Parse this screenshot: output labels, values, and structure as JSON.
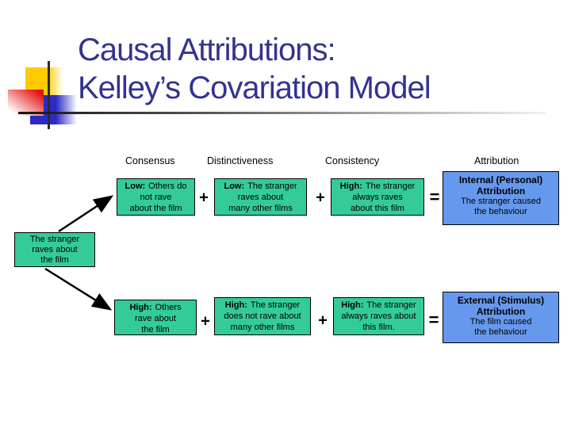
{
  "title": {
    "line1": "Causal Attributions:",
    "line2": "Kelley’s Covariation Model"
  },
  "headers": [
    {
      "label": "Consensus"
    },
    {
      "label": "Distinctiveness"
    },
    {
      "label": "Consistency"
    },
    {
      "label": "Attribution"
    }
  ],
  "antecedent": {
    "lines": [
      "The stranger",
      "raves about",
      "the film"
    ]
  },
  "operators": {
    "plus": "+",
    "equals": "="
  },
  "rows": [
    {
      "consensus": {
        "keyword": "Low:",
        "lines": [
          "Others do",
          "not rave",
          "about the film"
        ]
      },
      "distinctiveness": {
        "keyword": "Low:",
        "lines": [
          "The stranger",
          "raves about",
          "many other films"
        ]
      },
      "consistency": {
        "keyword": "High:",
        "lines": [
          "The stranger",
          "always raves",
          "about this film"
        ]
      },
      "attribution": {
        "heading": [
          "Internal (Personal)",
          "Attribution"
        ],
        "body": [
          "The stranger caused",
          "the behaviour"
        ]
      }
    },
    {
      "consensus": {
        "keyword": "High:",
        "lines": [
          "Others",
          "rave about",
          "the film"
        ]
      },
      "distinctiveness": {
        "keyword": "High:",
        "lines": [
          "The stranger",
          "does not rave about",
          "many other films"
        ]
      },
      "consistency": {
        "keyword": "High:",
        "lines": [
          "The stranger",
          "always raves about",
          "this film."
        ]
      },
      "attribution": {
        "heading": [
          "External (Stimulus)",
          "Attribution"
        ],
        "body": [
          "The film caused",
          "the behaviour"
        ]
      }
    }
  ],
  "colors": {
    "teal": "#33CC99",
    "blue": "#6699EE",
    "title": "#333391"
  }
}
